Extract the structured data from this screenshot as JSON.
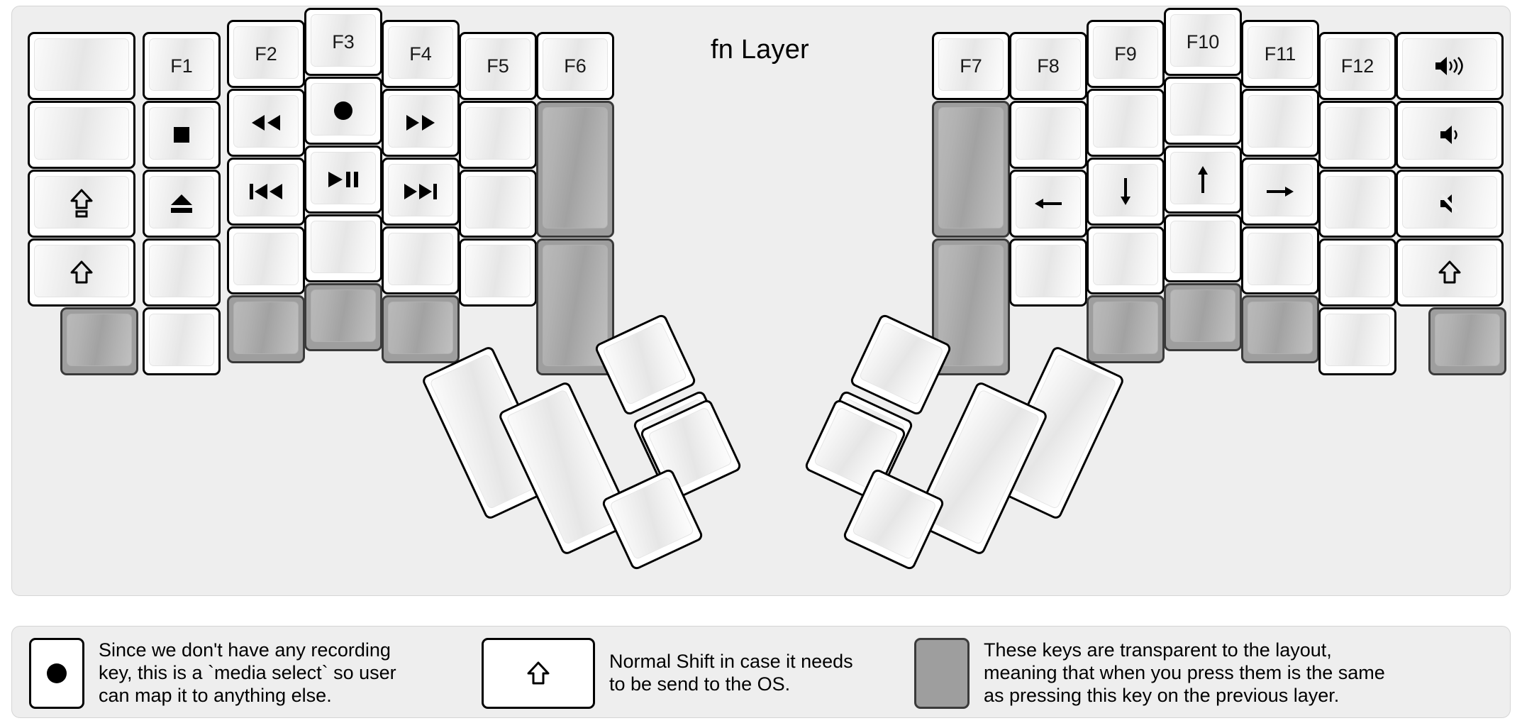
{
  "board": {
    "title": "fn Layer",
    "background_color": "#eeeeee",
    "key_border_color": "#000000",
    "transparent_key_color": "#9e9e9e"
  },
  "legend_panel": {
    "items": [
      {
        "icon": "record-dot-icon",
        "key_style": "normal",
        "text": "Since we don't have any recording\nkey, this is a `media select` so user\ncan map it to anything else."
      },
      {
        "icon": "shift-arrow-icon",
        "key_style": "normal",
        "text": "Normal Shift in case it needs\nto be send to the OS."
      },
      {
        "icon": "blank-icon",
        "key_style": "transparent",
        "text": "These keys are transparent to the layout,\nmeaning that when you press them is the same\nas pressing this key on the previous layer."
      }
    ]
  },
  "left_half": {
    "keys": [
      {
        "name": "left-c1-r1",
        "label": "",
        "icon": "",
        "style": "normal"
      },
      {
        "name": "left-c1-r2",
        "label": "",
        "icon": "",
        "style": "normal"
      },
      {
        "name": "left-c1-r3",
        "label": "",
        "icon": "caps-lock-icon",
        "style": "normal"
      },
      {
        "name": "left-c1-r4",
        "label": "",
        "icon": "shift-arrow-icon",
        "style": "normal"
      },
      {
        "name": "left-c1-r5",
        "label": "",
        "icon": "",
        "style": "transparent"
      },
      {
        "name": "left-c2-r1",
        "label": "F1",
        "icon": "",
        "style": "normal"
      },
      {
        "name": "left-c2-r2",
        "label": "",
        "icon": "media-stop-icon",
        "style": "normal"
      },
      {
        "name": "left-c2-r3",
        "label": "",
        "icon": "media-eject-icon",
        "style": "normal"
      },
      {
        "name": "left-c2-r4",
        "label": "",
        "icon": "",
        "style": "normal"
      },
      {
        "name": "left-c2-r5",
        "label": "",
        "icon": "",
        "style": "normal"
      },
      {
        "name": "left-c3-r1",
        "label": "F2",
        "icon": "",
        "style": "normal"
      },
      {
        "name": "left-c3-r2",
        "label": "",
        "icon": "media-rewind-icon",
        "style": "normal"
      },
      {
        "name": "left-c3-r3",
        "label": "",
        "icon": "media-previous-icon",
        "style": "normal"
      },
      {
        "name": "left-c3-r4",
        "label": "",
        "icon": "",
        "style": "normal"
      },
      {
        "name": "left-c3-r5",
        "label": "",
        "icon": "",
        "style": "transparent"
      },
      {
        "name": "left-c4-r1",
        "label": "F3",
        "icon": "",
        "style": "normal"
      },
      {
        "name": "left-c4-r2",
        "label": "",
        "icon": "media-record-icon",
        "style": "normal"
      },
      {
        "name": "left-c4-r3",
        "label": "",
        "icon": "media-play-pause-icon",
        "style": "normal"
      },
      {
        "name": "left-c4-r4",
        "label": "",
        "icon": "",
        "style": "normal"
      },
      {
        "name": "left-c4-r5",
        "label": "",
        "icon": "",
        "style": "transparent"
      },
      {
        "name": "left-c5-r1",
        "label": "F4",
        "icon": "",
        "style": "normal"
      },
      {
        "name": "left-c5-r2",
        "label": "",
        "icon": "media-fast-forward-icon",
        "style": "normal"
      },
      {
        "name": "left-c5-r3",
        "label": "",
        "icon": "media-next-icon",
        "style": "normal"
      },
      {
        "name": "left-c5-r4",
        "label": "",
        "icon": "",
        "style": "normal"
      },
      {
        "name": "left-c5-r5",
        "label": "",
        "icon": "",
        "style": "transparent"
      },
      {
        "name": "left-c6-r1",
        "label": "F5",
        "icon": "",
        "style": "normal"
      },
      {
        "name": "left-c6-r2",
        "label": "",
        "icon": "",
        "style": "normal"
      },
      {
        "name": "left-c6-r3",
        "label": "",
        "icon": "",
        "style": "normal"
      },
      {
        "name": "left-c6-r4",
        "label": "",
        "icon": "",
        "style": "normal"
      },
      {
        "name": "left-c7-r1",
        "label": "F6",
        "icon": "",
        "style": "normal"
      },
      {
        "name": "left-c7-r2",
        "label": "",
        "icon": "",
        "style": "transparent"
      },
      {
        "name": "left-c7-r3",
        "label": "",
        "icon": "",
        "style": "transparent"
      }
    ],
    "thumb_keys": [
      {
        "name": "left-thumb-1",
        "label": "",
        "icon": "",
        "style": "normal"
      },
      {
        "name": "left-thumb-2",
        "label": "",
        "icon": "",
        "style": "normal"
      },
      {
        "name": "left-thumb-3",
        "label": "",
        "icon": "",
        "style": "normal"
      },
      {
        "name": "left-thumb-4",
        "label": "",
        "icon": "",
        "style": "normal"
      },
      {
        "name": "left-thumb-5",
        "label": "",
        "icon": "",
        "style": "normal"
      },
      {
        "name": "left-thumb-6",
        "label": "",
        "icon": "",
        "style": "normal"
      }
    ]
  },
  "right_half": {
    "keys": [
      {
        "name": "right-c1-r1",
        "label": "F7",
        "icon": "",
        "style": "normal"
      },
      {
        "name": "right-c1-r2",
        "label": "",
        "icon": "",
        "style": "transparent"
      },
      {
        "name": "right-c1-r3",
        "label": "",
        "icon": "",
        "style": "transparent"
      },
      {
        "name": "right-c2-r1",
        "label": "F8",
        "icon": "",
        "style": "normal"
      },
      {
        "name": "right-c2-r2",
        "label": "",
        "icon": "",
        "style": "normal"
      },
      {
        "name": "right-c2-r3",
        "label": "",
        "icon": "arrow-left-icon",
        "style": "normal"
      },
      {
        "name": "right-c2-r4",
        "label": "",
        "icon": "",
        "style": "normal"
      },
      {
        "name": "right-c3-r1",
        "label": "F9",
        "icon": "",
        "style": "normal"
      },
      {
        "name": "right-c3-r2",
        "label": "",
        "icon": "",
        "style": "normal"
      },
      {
        "name": "right-c3-r3",
        "label": "",
        "icon": "arrow-down-icon",
        "style": "normal"
      },
      {
        "name": "right-c3-r4",
        "label": "",
        "icon": "",
        "style": "normal"
      },
      {
        "name": "right-c3-r5",
        "label": "",
        "icon": "",
        "style": "transparent"
      },
      {
        "name": "right-c4-r1",
        "label": "F10",
        "icon": "",
        "style": "normal"
      },
      {
        "name": "right-c4-r2",
        "label": "",
        "icon": "",
        "style": "normal"
      },
      {
        "name": "right-c4-r3",
        "label": "",
        "icon": "arrow-up-icon",
        "style": "normal"
      },
      {
        "name": "right-c4-r4",
        "label": "",
        "icon": "",
        "style": "normal"
      },
      {
        "name": "right-c4-r5",
        "label": "",
        "icon": "",
        "style": "transparent"
      },
      {
        "name": "right-c5-r1",
        "label": "F11",
        "icon": "",
        "style": "normal"
      },
      {
        "name": "right-c5-r2",
        "label": "",
        "icon": "",
        "style": "normal"
      },
      {
        "name": "right-c5-r3",
        "label": "",
        "icon": "arrow-right-icon",
        "style": "normal"
      },
      {
        "name": "right-c5-r4",
        "label": "",
        "icon": "",
        "style": "normal"
      },
      {
        "name": "right-c5-r5",
        "label": "",
        "icon": "",
        "style": "transparent"
      },
      {
        "name": "right-c6-r1",
        "label": "F12",
        "icon": "",
        "style": "normal"
      },
      {
        "name": "right-c6-r2",
        "label": "",
        "icon": "",
        "style": "normal"
      },
      {
        "name": "right-c6-r3",
        "label": "",
        "icon": "",
        "style": "normal"
      },
      {
        "name": "right-c6-r4",
        "label": "",
        "icon": "",
        "style": "normal"
      },
      {
        "name": "right-c6-r5",
        "label": "",
        "icon": "",
        "style": "normal"
      },
      {
        "name": "right-c7-r1",
        "label": "",
        "icon": "volume-up-icon",
        "style": "normal"
      },
      {
        "name": "right-c7-r2",
        "label": "",
        "icon": "volume-down-icon",
        "style": "normal"
      },
      {
        "name": "right-c7-r3",
        "label": "",
        "icon": "volume-mute-icon",
        "style": "normal"
      },
      {
        "name": "right-c7-r4",
        "label": "",
        "icon": "shift-arrow-icon",
        "style": "normal"
      },
      {
        "name": "right-c7-r5",
        "label": "",
        "icon": "",
        "style": "transparent"
      }
    ],
    "thumb_keys": [
      {
        "name": "right-thumb-1",
        "label": "",
        "icon": "",
        "style": "normal"
      },
      {
        "name": "right-thumb-2",
        "label": "",
        "icon": "",
        "style": "normal"
      },
      {
        "name": "right-thumb-3",
        "label": "",
        "icon": "",
        "style": "normal"
      },
      {
        "name": "right-thumb-4",
        "label": "",
        "icon": "",
        "style": "normal"
      },
      {
        "name": "right-thumb-5",
        "label": "",
        "icon": "",
        "style": "normal"
      },
      {
        "name": "right-thumb-6",
        "label": "",
        "icon": "",
        "style": "normal"
      }
    ]
  },
  "geometry": {
    "left_keys": [
      [
        22,
        36,
        152,
        96
      ],
      [
        22,
        133,
        152,
        96
      ],
      [
        22,
        230,
        152,
        96
      ],
      [
        22,
        327,
        152,
        96
      ],
      [
        68,
        424,
        110,
        96
      ],
      [
        184,
        36,
        110,
        96
      ],
      [
        184,
        133,
        110,
        96
      ],
      [
        184,
        230,
        110,
        96
      ],
      [
        184,
        327,
        110,
        96
      ],
      [
        184,
        424,
        110,
        96
      ],
      [
        303,
        19,
        110,
        96
      ],
      [
        303,
        116,
        110,
        96
      ],
      [
        303,
        213,
        110,
        96
      ],
      [
        303,
        310,
        110,
        96
      ],
      [
        303,
        407,
        110,
        96
      ],
      [
        412,
        2,
        110,
        96
      ],
      [
        412,
        99,
        110,
        96
      ],
      [
        412,
        196,
        110,
        96
      ],
      [
        412,
        293,
        110,
        96
      ],
      [
        412,
        390,
        110,
        96
      ],
      [
        521,
        19,
        110,
        96
      ],
      [
        521,
        116,
        110,
        96
      ],
      [
        521,
        213,
        110,
        96
      ],
      [
        521,
        310,
        110,
        96
      ],
      [
        521,
        407,
        110,
        96
      ],
      [
        630,
        36,
        110,
        96
      ],
      [
        630,
        133,
        110,
        96
      ],
      [
        630,
        230,
        110,
        96
      ],
      [
        630,
        327,
        110,
        96
      ],
      [
        739,
        36,
        110,
        96
      ],
      [
        739,
        133,
        110,
        193
      ],
      [
        739,
        327,
        110,
        193
      ]
    ],
    "right_keys": [
      [
        1297,
        36,
        110,
        96
      ],
      [
        1297,
        133,
        110,
        193
      ],
      [
        1297,
        327,
        110,
        193
      ],
      [
        1406,
        36,
        110,
        96
      ],
      [
        1406,
        133,
        110,
        96
      ],
      [
        1406,
        230,
        110,
        96
      ],
      [
        1406,
        327,
        110,
        96
      ],
      [
        1515,
        19,
        110,
        96
      ],
      [
        1515,
        116,
        110,
        96
      ],
      [
        1515,
        213,
        110,
        96
      ],
      [
        1515,
        310,
        110,
        96
      ],
      [
        1515,
        407,
        110,
        96
      ],
      [
        1624,
        2,
        110,
        96
      ],
      [
        1624,
        99,
        110,
        96
      ],
      [
        1624,
        196,
        110,
        96
      ],
      [
        1624,
        293,
        110,
        96
      ],
      [
        1624,
        390,
        110,
        96
      ],
      [
        1733,
        19,
        110,
        96
      ],
      [
        1733,
        116,
        110,
        96
      ],
      [
        1733,
        213,
        110,
        96
      ],
      [
        1733,
        310,
        110,
        96
      ],
      [
        1733,
        407,
        110,
        96
      ],
      [
        1842,
        36,
        110,
        96
      ],
      [
        1842,
        133,
        110,
        96
      ],
      [
        1842,
        230,
        110,
        96
      ],
      [
        1842,
        327,
        110,
        96
      ],
      [
        1842,
        424,
        110,
        96
      ],
      [
        1951,
        36,
        152,
        96
      ],
      [
        1951,
        133,
        152,
        96
      ],
      [
        1951,
        230,
        152,
        96
      ],
      [
        1951,
        327,
        152,
        96
      ],
      [
        1997,
        424,
        110,
        96
      ]
    ],
    "left_thumbs": [
      [
        618,
        490,
        110,
        222,
        -25
      ],
      [
        726,
        540,
        110,
        222,
        -25
      ],
      [
        838,
        450,
        110,
        110,
        -25
      ],
      [
        892,
        558,
        110,
        110,
        -25
      ],
      [
        902,
        570,
        110,
        110,
        -25
      ],
      [
        848,
        668,
        110,
        110,
        -25
      ]
    ],
    "right_thumbs": [
      [
        1418,
        490,
        110,
        222,
        25
      ],
      [
        1310,
        540,
        110,
        222,
        25
      ],
      [
        1198,
        450,
        110,
        110,
        25
      ],
      [
        1144,
        558,
        110,
        110,
        25
      ],
      [
        1134,
        570,
        110,
        110,
        25
      ],
      [
        1188,
        668,
        110,
        110,
        25
      ]
    ],
    "legend_items": [
      [
        24,
        16,
        78,
        100
      ],
      [
        662,
        16,
        160,
        100
      ],
      [
        1272,
        16,
        78,
        100
      ]
    ]
  }
}
